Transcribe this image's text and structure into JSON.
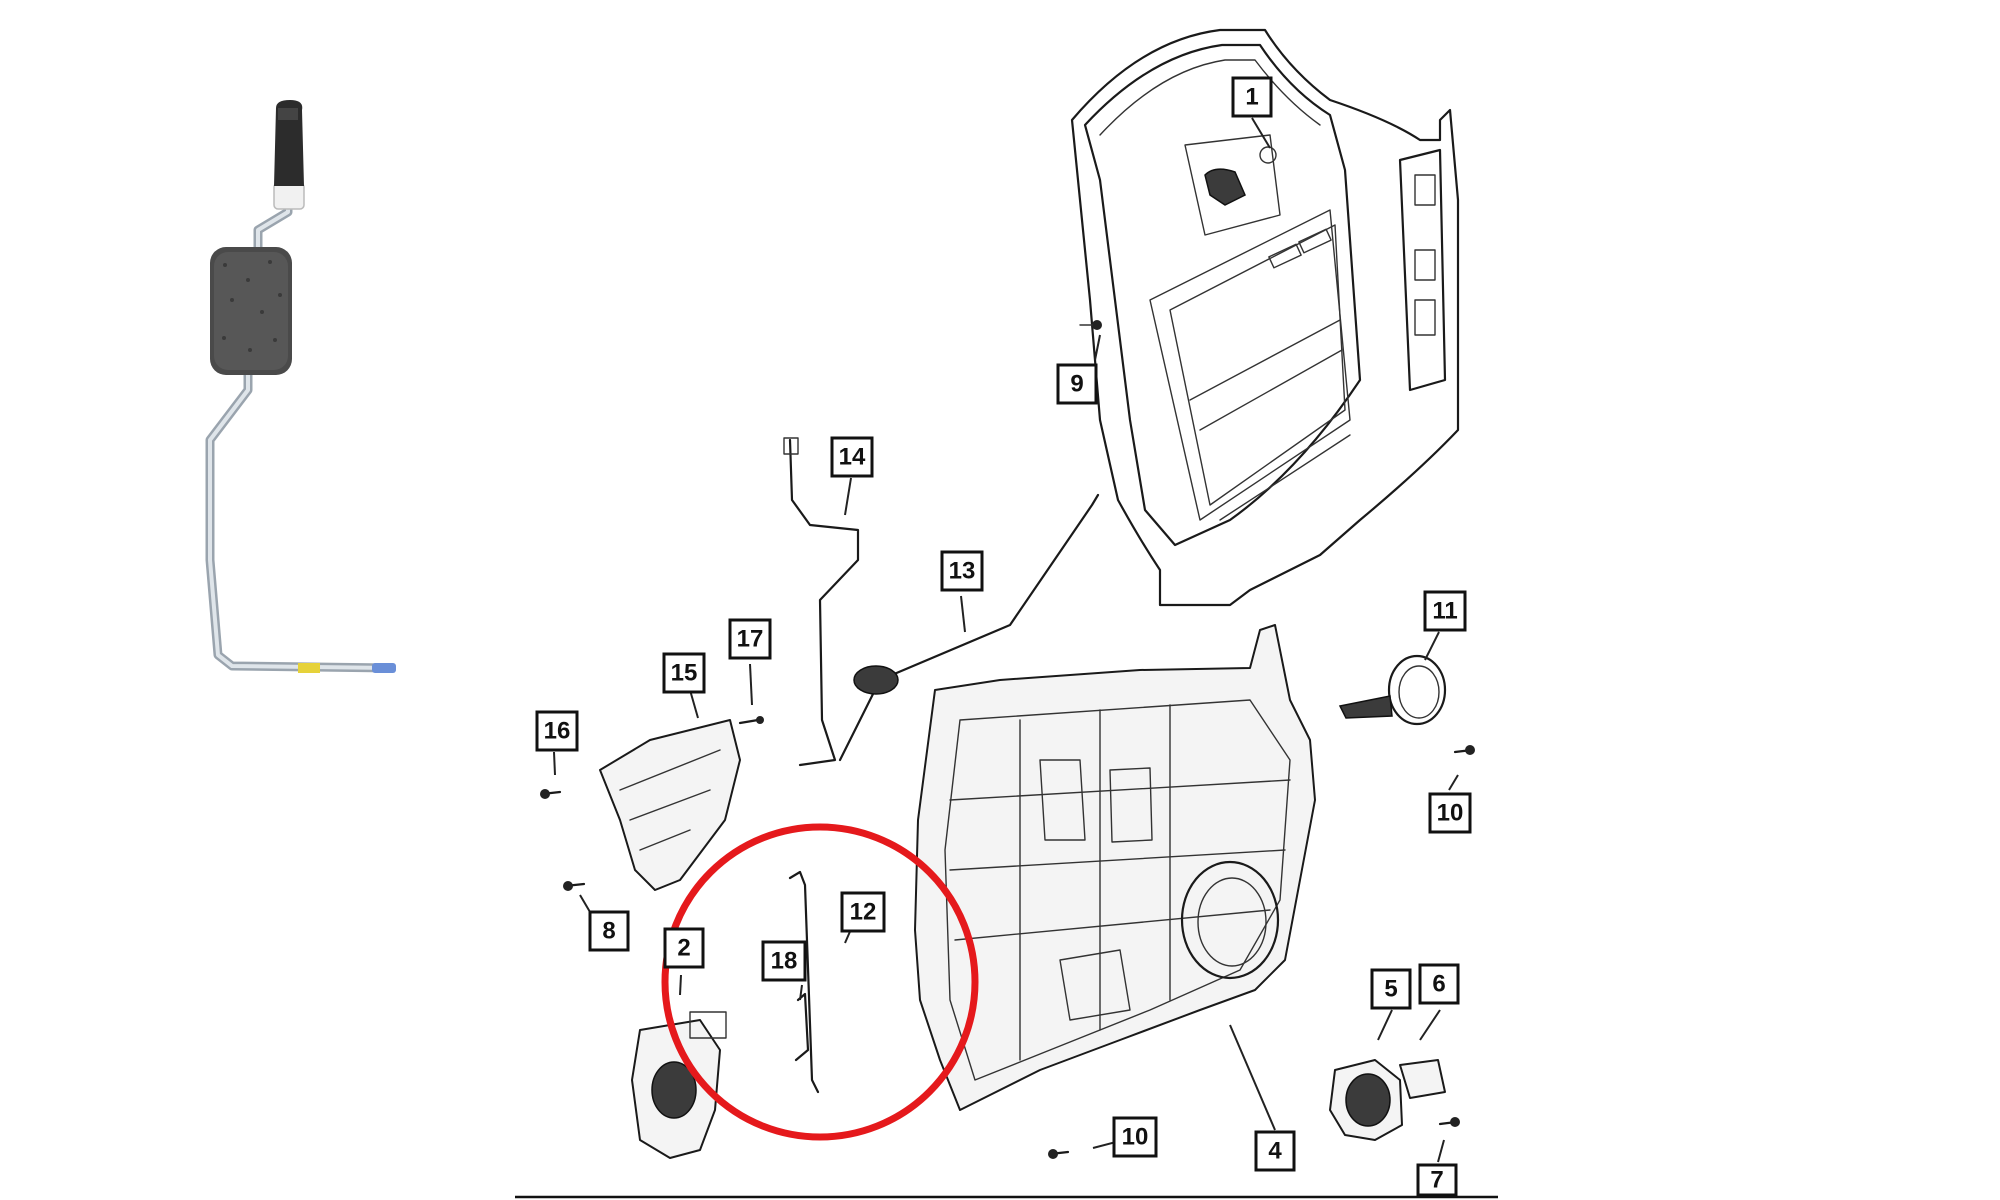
{
  "highlight_color": "#e5191c",
  "callouts": {
    "c1": "1",
    "c2": "2",
    "c4": "4",
    "c5": "5",
    "c6": "6",
    "c7": "7",
    "c8": "8",
    "c9": "9",
    "c10a": "10",
    "c10b": "10",
    "c11": "11",
    "c12": "12",
    "c13": "13",
    "c14": "14",
    "c15": "15",
    "c16": "16",
    "c17": "17",
    "c18": "18"
  }
}
